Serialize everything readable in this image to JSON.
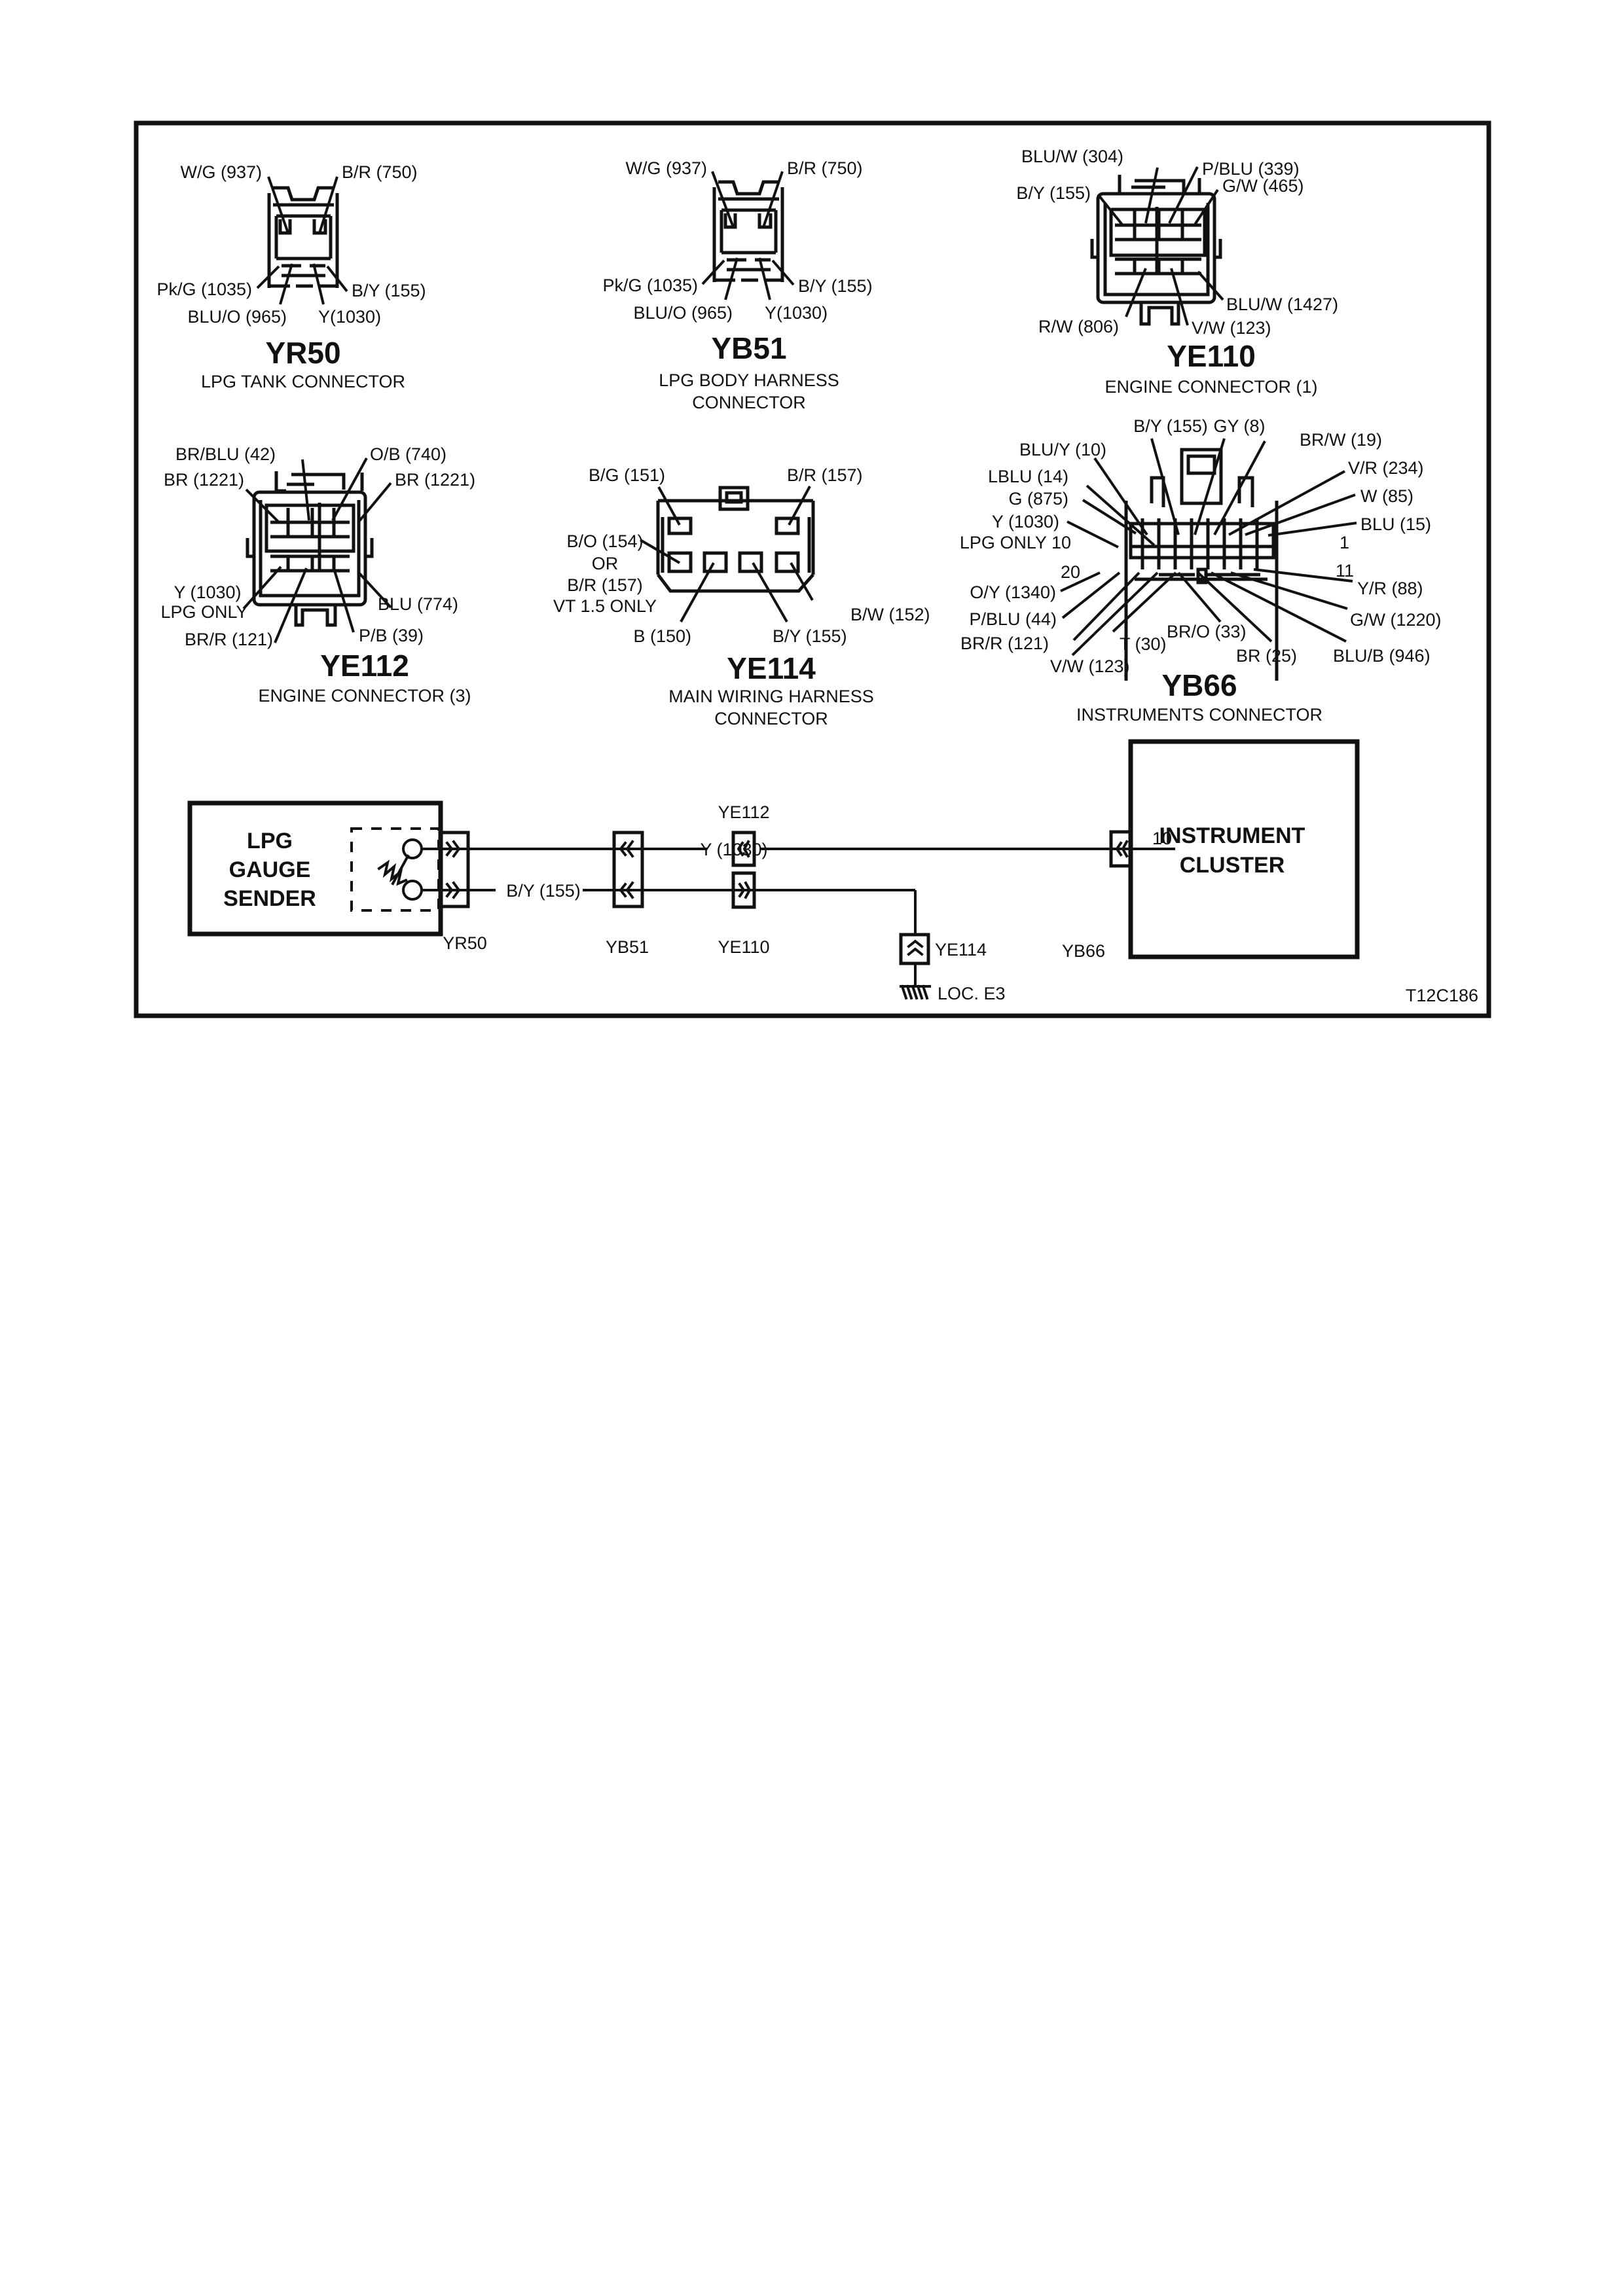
{
  "figure_id": "T12C186",
  "connectors": {
    "yr50": {
      "id": "YR50",
      "description": [
        "LPG TANK CONNECTOR"
      ],
      "pins": [
        "W/G (937)",
        "B/R (750)",
        "Pk/G (1035)",
        "B/Y (155)",
        "BLU/O (965)",
        "Y(1030)"
      ]
    },
    "yb51": {
      "id": "YB51",
      "description": [
        "LPG BODY HARNESS",
        "CONNECTOR"
      ],
      "pins": [
        "W/G (937)",
        "B/R (750)",
        "Pk/G (1035)",
        "B/Y (155)",
        "BLU/O (965)",
        "Y(1030)"
      ]
    },
    "ye110": {
      "id": "YE110",
      "description": [
        "ENGINE CONNECTOR (1)"
      ],
      "pins": [
        "BLU/W (304)",
        "P/BLU (339)",
        "B/Y (155)",
        "G/W (465)",
        "BLU/W (1427)",
        "R/W (806)",
        "V/W (123)"
      ]
    },
    "ye112": {
      "id": "YE112",
      "description": [
        "ENGINE CONNECTOR (3)"
      ],
      "pins": [
        "BR/BLU (42)",
        "O/B (740)",
        "BR (1221)",
        "BR (1221)",
        "Y (1030)",
        "LPG ONLY",
        "BLU (774)",
        "BR/R (121)",
        "P/B (39)"
      ]
    },
    "ye114": {
      "id": "YE114",
      "description": [
        "MAIN WIRING HARNESS",
        "CONNECTOR"
      ],
      "pins": [
        "B/G (151)",
        "B/R (157)",
        "B/O (154)",
        "OR",
        "B/R (157)",
        "VT 1.5 ONLY",
        "B/W (152)",
        "B (150)",
        "B/Y (155)"
      ]
    },
    "yb66": {
      "id": "YB66",
      "description": [
        "INSTRUMENTS CONNECTOR"
      ],
      "pins_top": [
        "B/Y (155)",
        "GY (8)",
        "BLU/Y (10)",
        "BR/W (19)",
        "LBLU (14)",
        "V/R (234)",
        "G (875)",
        "W (85)",
        "Y (1030)",
        "BLU (15)",
        "LPG ONLY 10"
      ],
      "pins_bottom": [
        "O/Y (1340)",
        "Y/R (88)",
        "P/BLU (44)",
        "G/W (1220)",
        "BR/R (121)",
        "T (30)",
        "BR/O (33)",
        "BR (25)",
        "BLU/B (946)",
        "V/W (123)"
      ],
      "pin_numbers": [
        "1",
        "11",
        "20"
      ]
    }
  },
  "schematic": {
    "sender": [
      "LPG",
      "GAUGE",
      "SENDER"
    ],
    "cluster": [
      "INSTRUMENT",
      "CLUSTER"
    ],
    "cluster_pin": "10",
    "wire_top": "Y (1030)",
    "wire_bottom": "B/Y (155)",
    "labels": {
      "yr50": "YR50",
      "yb51": "YB51",
      "ye112": "YE112",
      "ye110": "YE110",
      "ye114": "YE114",
      "yb66": "YB66",
      "ground": "LOC. E3"
    }
  }
}
